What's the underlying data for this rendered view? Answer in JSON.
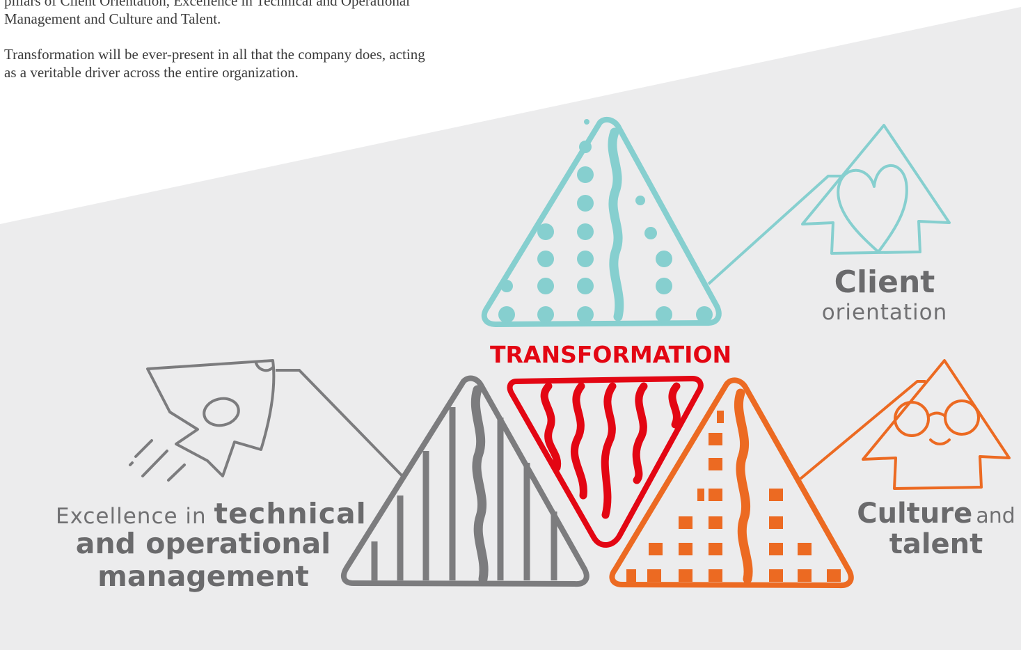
{
  "intro": {
    "paragraph1_line1": "pillars of Client Orientation, Excellence in Technical and Operational",
    "paragraph1_line2": "Management and Culture and Talent.",
    "paragraph2_line1": "Transformation will be ever-present in all that the company does, acting",
    "paragraph2_line2": "as a veritable driver across the entire organization."
  },
  "center_label": "TRANSFORMATION",
  "client": {
    "bold": "Client",
    "light": "orientation"
  },
  "excellence": {
    "light": "Excellence in",
    "bold1": "technical",
    "bold2": "and operational",
    "bold3": "management"
  },
  "culture": {
    "bold": "Culture",
    "light": "and",
    "bold2": "talent"
  },
  "icons": [
    "heart-house-icon",
    "rocket-icon",
    "smiling-house-with-glasses-icon"
  ],
  "colors": {
    "background_band": "#ececed",
    "client_teal": "#86cfcf",
    "excellence_gray": "#7c7c7e",
    "culture_orange": "#ec6a22",
    "transformation_red": "#e30613",
    "text_gray": "#6a6a6c"
  }
}
